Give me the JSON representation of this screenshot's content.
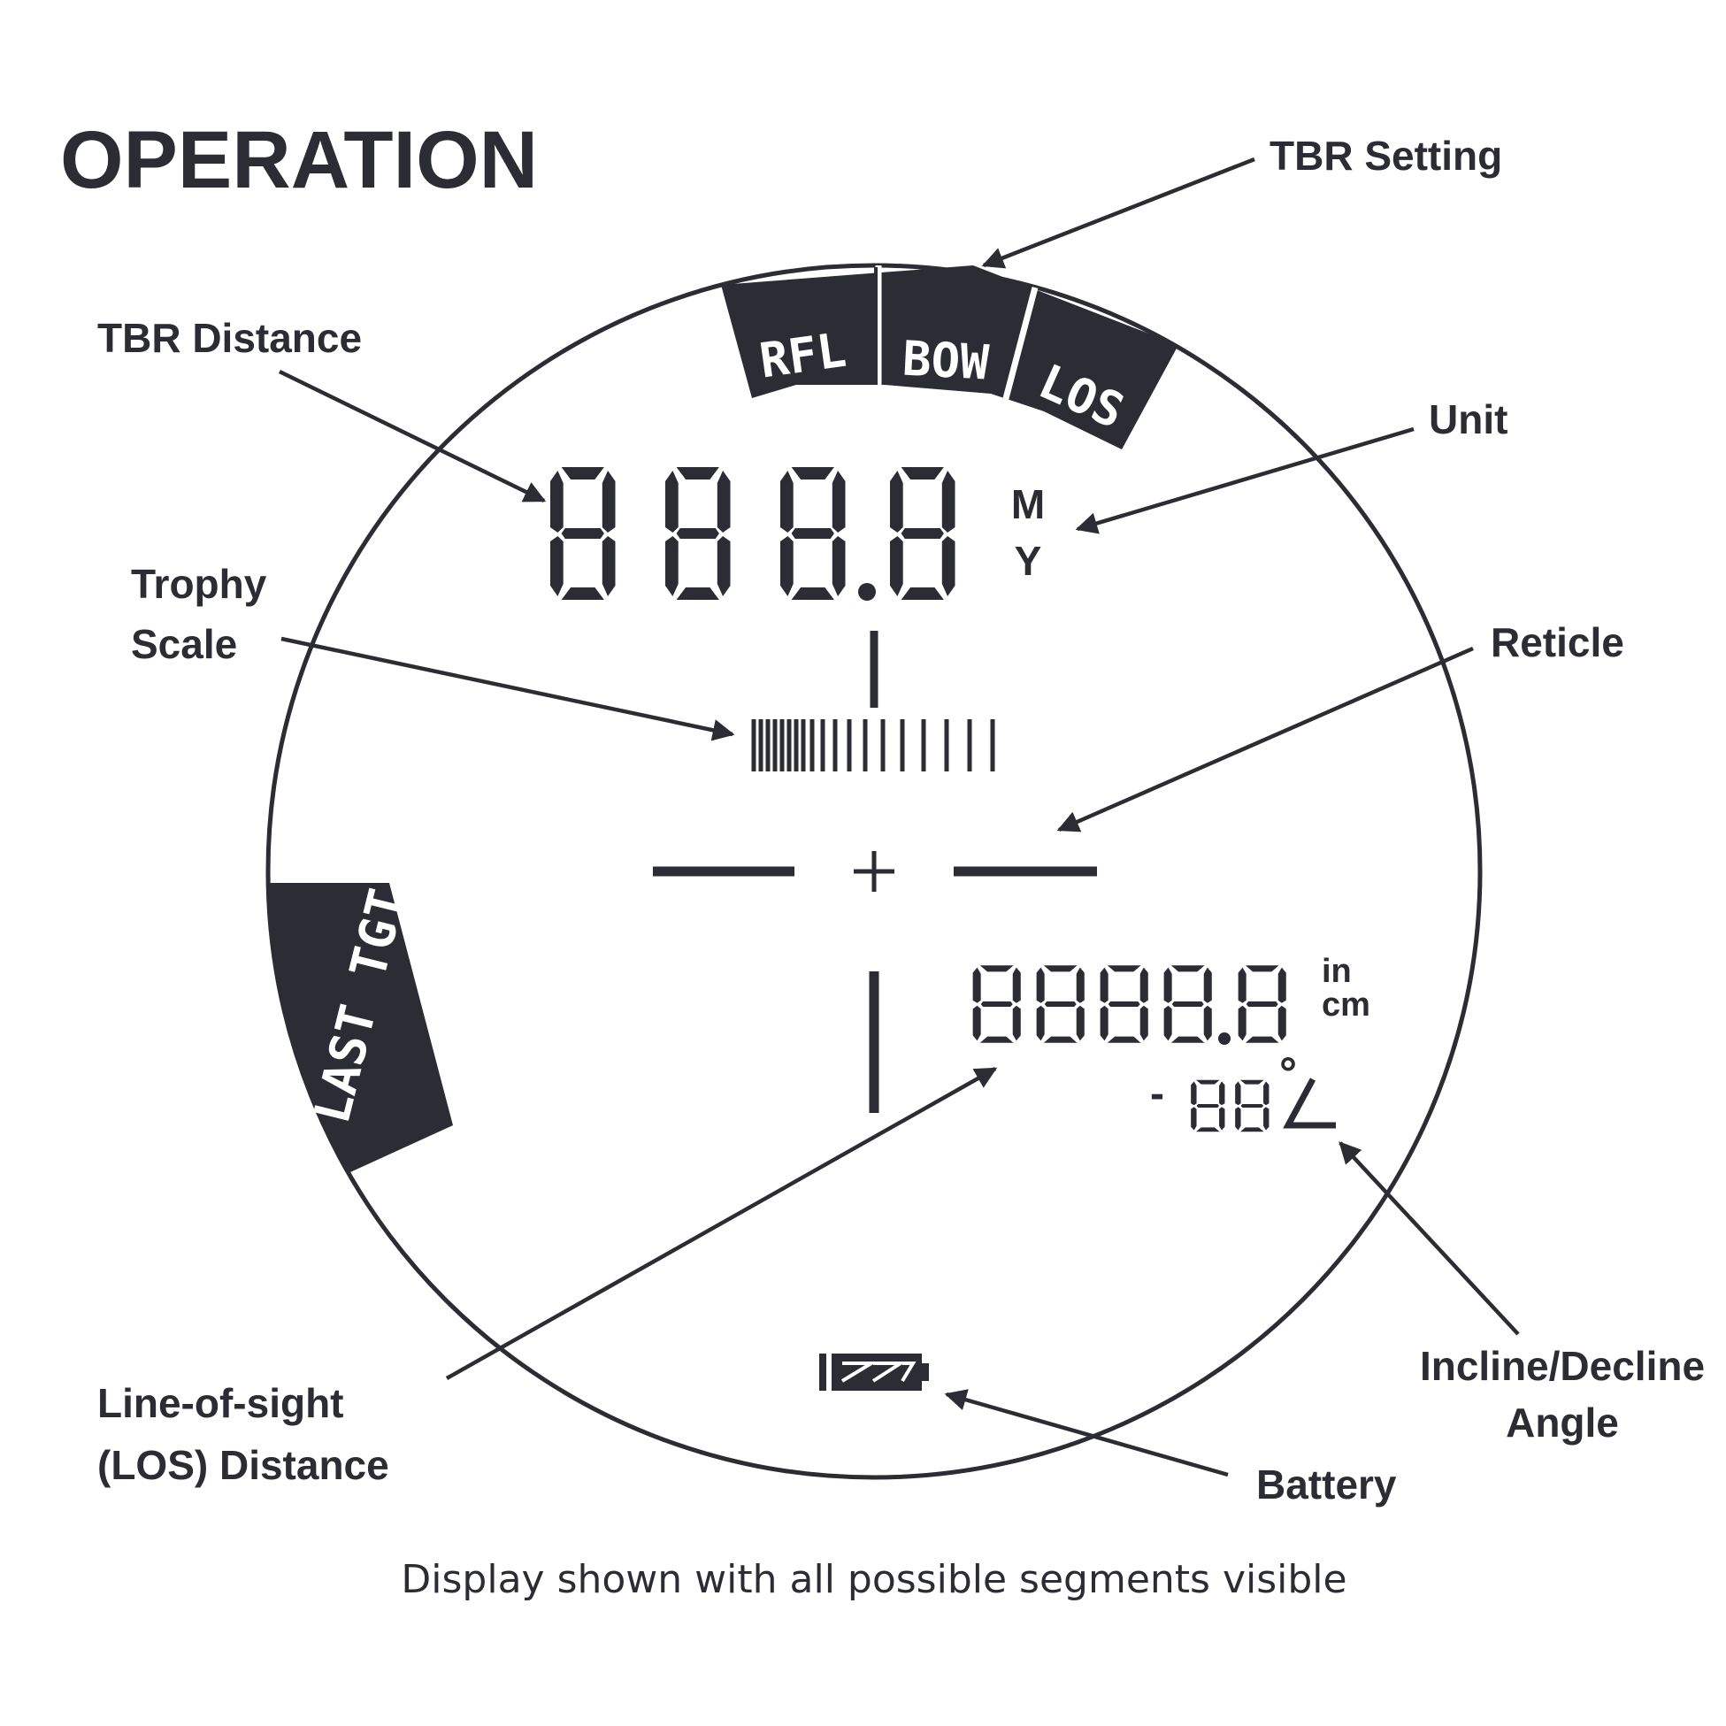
{
  "title": "OPERATION",
  "caption": "Display shown with all possible segments visible",
  "labels": {
    "tbr_setting": "TBR Setting",
    "tbr_distance": "TBR Distance",
    "unit": "Unit",
    "trophy_scale_line1": "Trophy",
    "trophy_scale_line2": "Scale",
    "reticle": "Reticle",
    "incline_line1": "Incline/Decline",
    "incline_line2": "Angle",
    "los_line1": "Line-of-sight",
    "los_line2": "(LOS) Distance",
    "battery": "Battery"
  },
  "display": {
    "modes": [
      "RFL",
      "BOW",
      "LOS"
    ],
    "last_target": "LAST TGT",
    "unit_m": "M",
    "unit_y": "Y",
    "unit_in": "in",
    "unit_cm": "cm",
    "angle_sign": "-",
    "degree_mark": "°"
  },
  "colors": {
    "ink": "#2c2d34",
    "background": "#ffffff"
  }
}
